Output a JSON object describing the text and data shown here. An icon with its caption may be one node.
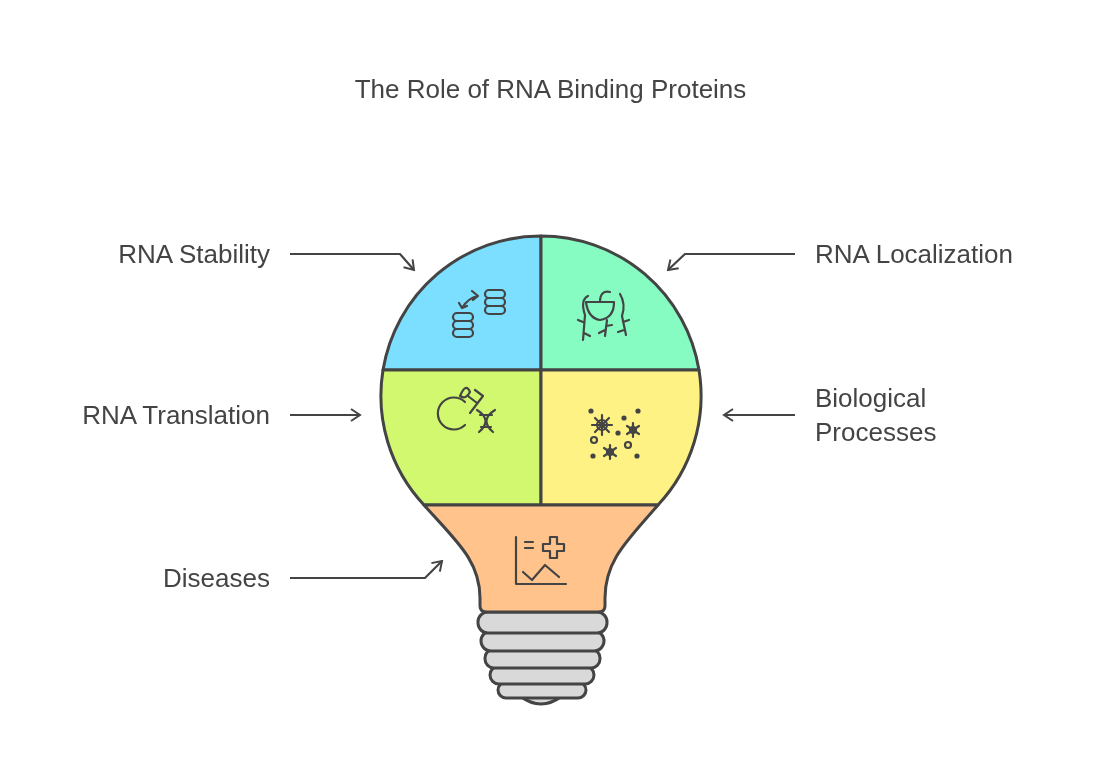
{
  "diagram": {
    "title": "The Role of RNA Binding Proteins",
    "nodes": [
      {
        "text": [
          "RNA Stability"
        ]
      },
      {
        "text": [
          "RNA Localization"
        ]
      },
      {
        "text": [
          "RNA Translation"
        ]
      },
      {
        "text": [
          "Biological Processes"
        ]
      },
      {
        "text": [
          "Diseases"
        ]
      },
      {
        "text": [],
        "shape": "box"
      },
      {
        "text": [],
        "shape": "box"
      },
      {
        "text": [],
        "shape": "box"
      },
      {
        "text": [],
        "shape": "box"
      },
      {
        "text": [],
        "shape": "box"
      }
    ],
    "edges": [
      {
        "from": 0,
        "to": 5,
        "arrow": "to"
      },
      {
        "from": 1,
        "to": 6,
        "arrow": "to"
      },
      {
        "from": 2,
        "to": 7,
        "arrow": "to"
      },
      {
        "from": 3,
        "to": 8,
        "arrow": "to"
      },
      {
        "from": 4,
        "to": 9,
        "arrow": "to"
      }
    ]
  }
}
